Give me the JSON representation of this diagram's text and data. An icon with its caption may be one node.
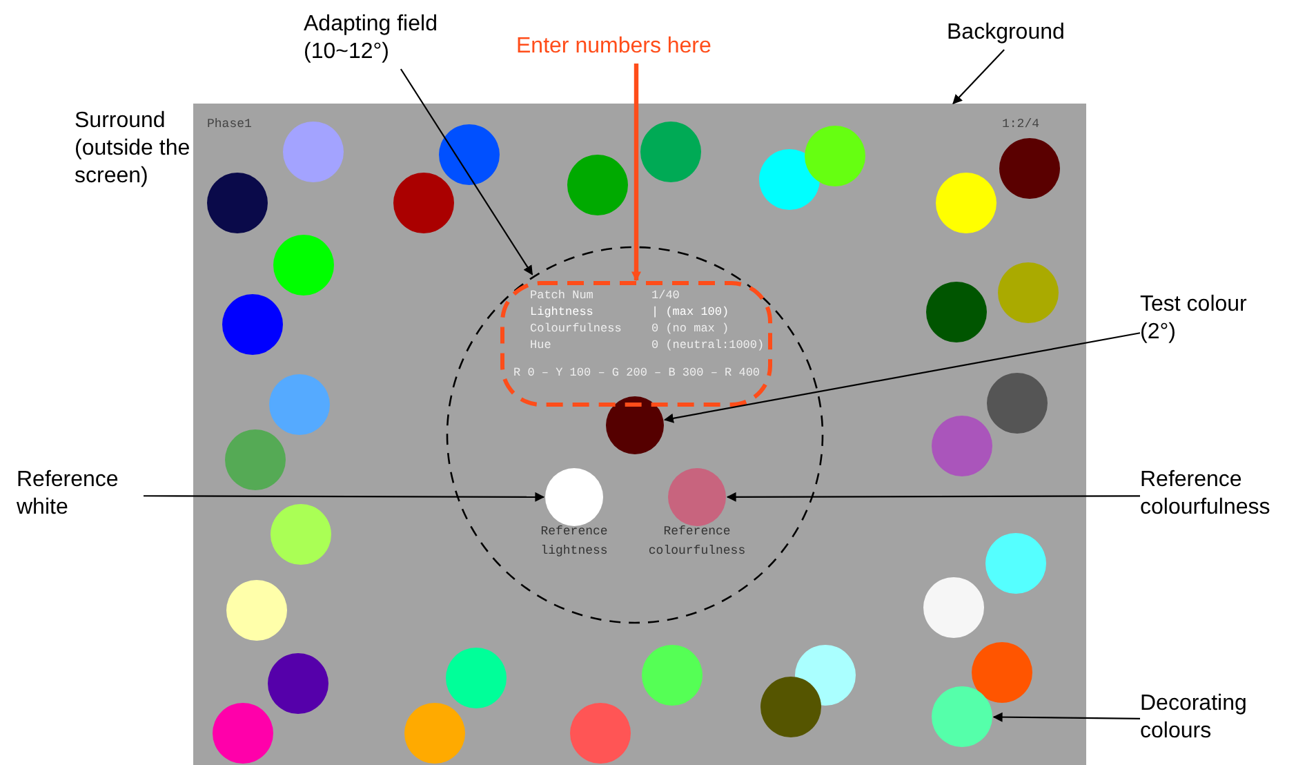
{
  "diagram": {
    "nodes": [
      {
        "text": [
          "Adapting field (10~12°)"
        ]
      },
      {
        "text": [
          "Enter numbers here"
        ]
      },
      {
        "text": [
          "Background"
        ]
      },
      {
        "text": [
          "Phase1",
          "1:2/4"
        ]
      },
      {
        "text": [],
        "shape": "circle",
        "in": 3
      },
      {
        "text": [
          "Patch Num",
          "1/40",
          "Lightness",
          "| (max 100)",
          "Colourfulness",
          "0 (no max )",
          "Hue",
          "0 (neutral:1000)",
          "R 0 – Y 100 – G 200 – B 300 – R 400"
        ],
        "in": 4
      },
      {
        "text": [
          "Test colour (2°)"
        ]
      },
      {
        "text": [],
        "shape": "circle",
        "in": 4
      },
      {
        "text": [
          "Reference white"
        ]
      },
      {
        "text": [],
        "shape": "circle",
        "in": 4
      },
      {
        "text": [
          "Reference colourfulness"
        ]
      },
      {
        "text": [],
        "shape": "circle",
        "in": 4
      },
      {
        "text": [
          "Decorating colours"
        ]
      },
      {
        "text": [],
        "shape": "circle",
        "in": 3
      }
    ],
    "edges": [
      {
        "from": 0,
        "to": 4,
        "arrow": "to"
      },
      {
        "from": 1,
        "to": 5,
        "arrow": "to",
        "style": "thick",
        "color": "#ff4d1a"
      },
      {
        "from": 2,
        "to": 3,
        "arrow": "to"
      },
      {
        "from": 6,
        "to": 7,
        "arrow": "to"
      },
      {
        "from": 8,
        "to": 9,
        "arrow": "to"
      },
      {
        "from": 10,
        "to": 11,
        "arrow": "to"
      },
      {
        "from": 12,
        "to": 13,
        "arrow": "to"
      }
    ],
    "labels": [
      "Surround (outside the screen)",
      "Reference lightness",
      "Reference colourfulness"
    ]
  }
}
